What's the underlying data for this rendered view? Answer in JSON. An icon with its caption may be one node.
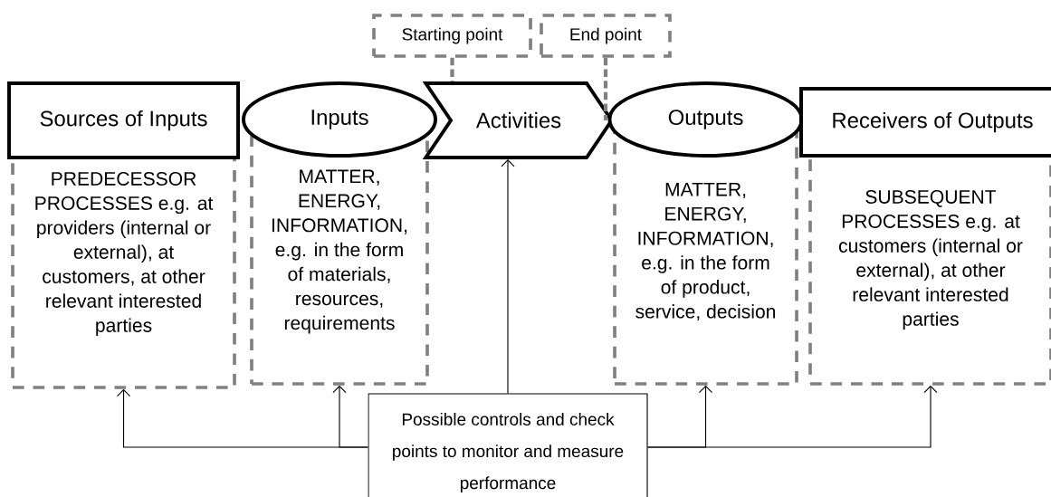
{
  "diagram": {
    "nodes": [
      {
        "text": [
          "Sources of Inputs"
        ]
      },
      {
        "text": [
          "PREDECESSOR PROCESSES e.g. at providers (internal or external), at customers, at other relevant interested parties"
        ]
      },
      {
        "text": [
          "Inputs"
        ]
      },
      {
        "text": [
          "MATTER, ENERGY, INFORMATION, e.g. in the form of materials, resources, requirements"
        ]
      },
      {
        "text": [
          "Activities"
        ]
      },
      {
        "text": [
          "Outputs"
        ]
      },
      {
        "text": [
          "MATTER, ENERGY, INFORMATION, e.g. in the form of product, service, decision"
        ]
      },
      {
        "text": [
          "Receivers of Outputs"
        ]
      },
      {
        "text": [
          "SUBSEQUENT PROCESSES e.g. at customers (internal or external), at other relevant interested parties"
        ]
      },
      {
        "text": [
          "Starting point"
        ]
      },
      {
        "text": [
          "End point"
        ]
      },
      {
        "text": [
          "Possible controls and check points to monitor and measure performance"
        ]
      }
    ],
    "edges": [
      {
        "from": 9,
        "to": 4,
        "arrow": "none",
        "style": "dashed",
        "color": "#808080"
      },
      {
        "from": 10,
        "to": 4,
        "arrow": "none",
        "style": "dashed",
        "color": "#808080"
      },
      {
        "from": 11,
        "to": 1,
        "arrow": "to"
      },
      {
        "from": 11,
        "to": 3,
        "arrow": "to"
      },
      {
        "from": 11,
        "to": 4,
        "arrow": "to"
      },
      {
        "from": 11,
        "to": 6,
        "arrow": "to"
      },
      {
        "from": 11,
        "to": 8,
        "arrow": "to"
      }
    ]
  }
}
